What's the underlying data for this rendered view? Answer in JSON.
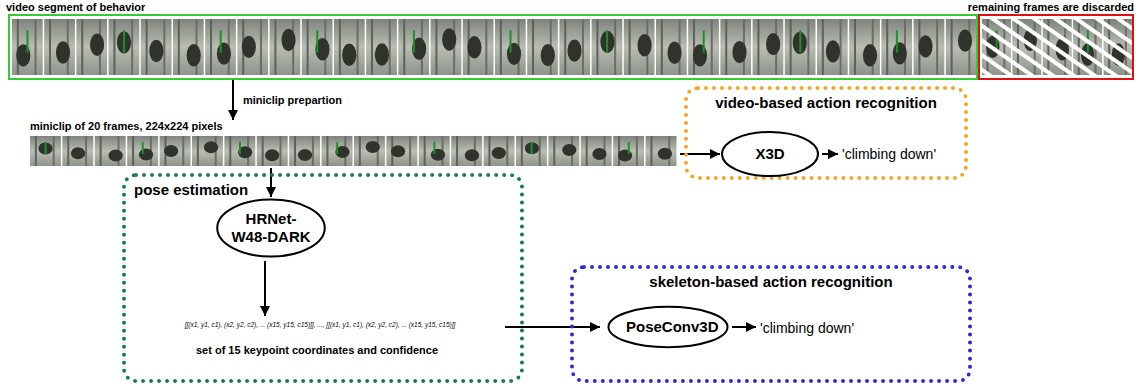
{
  "diagram": {
    "nodes": [
      {
        "text": [
          "video segment of behavior"
        ]
      },
      {
        "text": [
          "remaining frames are discarded"
        ]
      },
      {
        "text": [
          "miniclip of 20 frames, 224x224 pixels"
        ]
      },
      {
        "text": [
          "video-based action recognition"
        ]
      },
      {
        "text": [
          "X3D"
        ],
        "in": 3
      },
      {
        "text": [
          "pose estimation"
        ]
      },
      {
        "text": [
          "HRNet-W48-DARK"
        ],
        "in": 5
      },
      {
        "text": [
          "skeleton-based action recognition"
        ]
      },
      {
        "text": [
          "PoseConv3D"
        ],
        "in": 7
      }
    ],
    "edges": [
      {
        "from": 0,
        "to": 2,
        "label": "miniclip prepartion",
        "arrow": "to"
      },
      {
        "from": 2,
        "to": 4,
        "arrow": "to"
      },
      {
        "from": 2,
        "to": 6,
        "arrow": "to"
      }
    ],
    "labels": [
      "'climbing down'",
      "[[(x1, y1, c1), (x2, y2, c2), ... (x15, y15, c15)]], ..., [[(x1, y1, c1), (x2, y2, c2), ... (x15, y15, c15)]]",
      "set of 15 keypoint coordinates and confidence",
      "'climbing down'"
    ]
  }
}
